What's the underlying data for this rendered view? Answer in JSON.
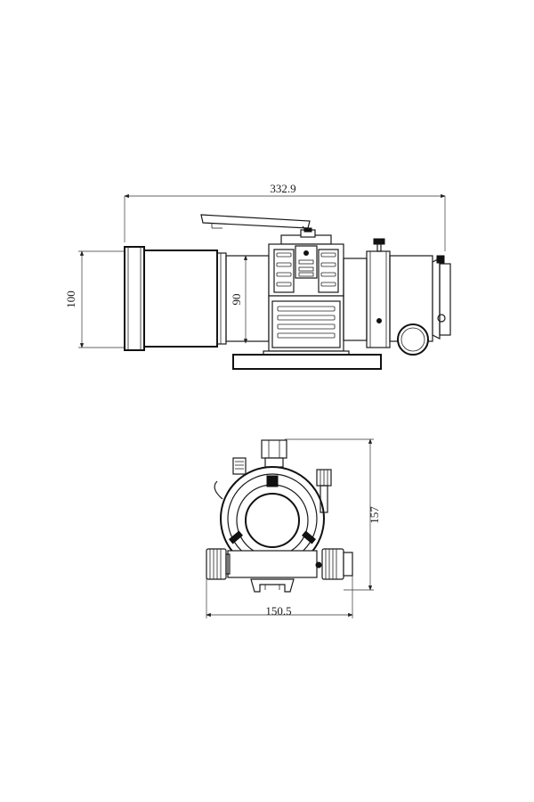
{
  "side_view": {
    "overall_length": "332.9",
    "tube_diameter": "100",
    "body_diameter": "90"
  },
  "front_view": {
    "height": "157",
    "width": "150.5"
  },
  "colors": {
    "line": "#1a1a1a",
    "background": "#ffffff"
  }
}
